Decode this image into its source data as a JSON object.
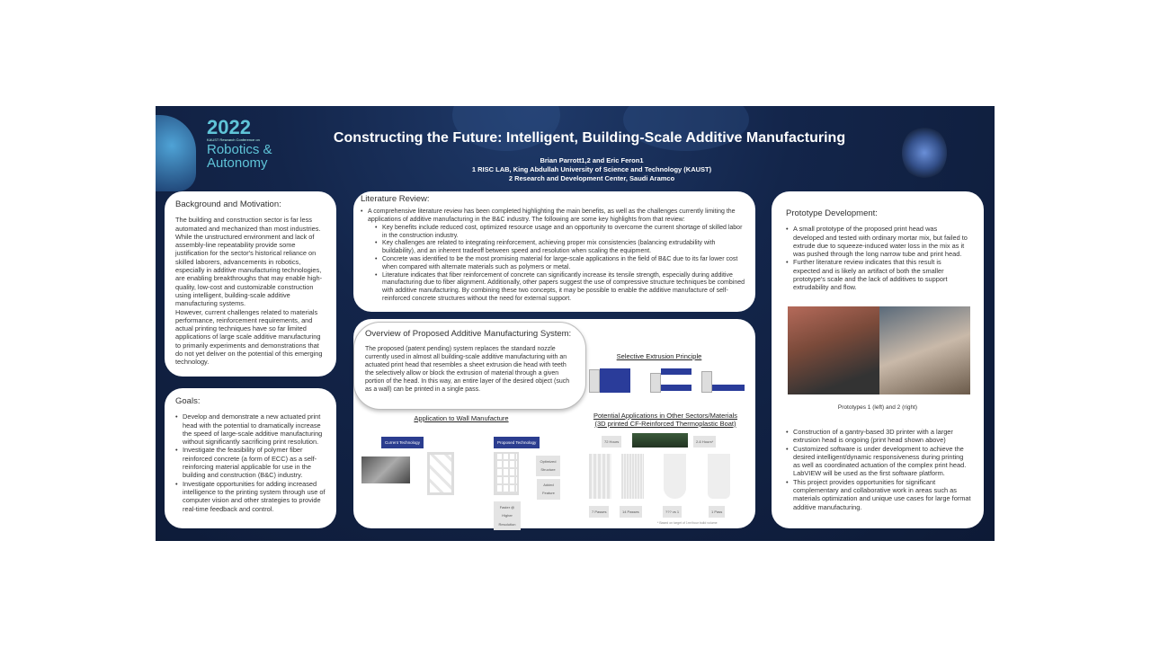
{
  "header": {
    "logo_year": "2022",
    "logo_sub": "KAUST Research Conference on",
    "logo_name": "Robotics & Autonomy",
    "title": "Constructing the Future: Intelligent, Building-Scale Additive Manufacturing",
    "authors": "Brian Parrott1,2 and Eric Feron1",
    "affil1": "1 RISC LAB, King Abdullah University of Science and Technology (KAUST)",
    "affil2": "2 Research and Development Center, Saudi Aramco"
  },
  "background": {
    "heading": "Background and Motivation:",
    "p1": "The building and construction sector is far less automated and mechanized than most industries. While the unstructured environment and lack of assembly-line repeatability provide some justification for the sector's historical reliance on skilled laborers, advancements in robotics, especially in additive manufacturing technologies, are enabling breakthroughs that may enable high-quality, low-cost and customizable construction using intelligent, building-scale additive manufacturing systems.",
    "p2": "However, current challenges related to materials performance, reinforcement requirements, and actual printing techniques have so far limited applications of large scale additive manufacturing to primarily experiments and demonstrations that do not yet deliver on the potential of this emerging technology."
  },
  "goals": {
    "heading": "Goals:",
    "items": [
      "Develop and demonstrate a new actuated print head with the potential to dramatically increase the speed of large-scale additive manufacturing without significantly sacrificing print resolution.",
      "Investigate the feasibility of polymer fiber reinforced concrete (a form of ECC) as a self-reinforcing material applicable for use in the building and construction (B&C) industry.",
      "Investigate opportunities for adding increased intelligence to the printing system through use of computer vision and other strategies to provide real-time feedback and control."
    ]
  },
  "literature": {
    "heading": "Literature Review:",
    "intro": "A comprehensive literature review has been completed highlighting the main benefits, as well as the challenges currently limiting the applications of additive manufacturing in the B&C industry. The following are some key highlights from that review:",
    "items": [
      "Key benefits include reduced cost, optimized resource usage and an opportunity to overcome the current shortage of skilled labor in the construction industry.",
      "Key challenges are related to integrating reinforcement, achieving proper mix consistencies (balancing extrudability with buildability), and an inherent tradeoff between speed and resolution when scaling the equipment.",
      "Concrete was identified to be the most promising material for large-scale applications in the field of B&C due to its far lower cost when compared with alternate materials such as polymers or metal.",
      "Literature indicates that fiber reinforcement of concrete can significantly increase its tensile strength, especially during additive manufacturing due to fiber alignment. Additionally, other papers suggest the use of compressive structure techniques be combined with additive manufacturing. By combining these two concepts, it may be possible to enable the additive manufacture of self-reinforced concrete structures without the need for external support."
    ]
  },
  "overview": {
    "heading": "Overview of Proposed Additive Manufacturing System:",
    "text": "The proposed (patent pending) system replaces the standard nozzle currently used in almost all building-scale additive manufacturing with an actuated print head that resembles a sheet extrusion die head with teeth the selectively allow or block the extrusion of material through a given portion of the head. In this way, an entire layer of the desired object (such as a wall) can be printed in a single pass.",
    "selective_title": "Selective Extrusion Principle",
    "wall_title": "Application to Wall Manufacture",
    "current_tech": "Current Technology",
    "proposed_tech": "Proposed Technology",
    "optimized": "Optimized Structure",
    "added": "Added Feature",
    "faster": "Faster @ Higher Resolution",
    "apps_title1": "Potential Applications in Other Sectors/Materials",
    "apps_title2": "(3D printed CF-Reinforced Thermoplastic Boat)",
    "hours1": "72 Hours",
    "hours2": "2-6 Hours*",
    "p1": "7 Passes",
    "p2": "14 Passes",
    "p3": "??? vs 1",
    "p4": "1 Pass",
    "footnote": "* Based on target of 1m³/hour build volume"
  },
  "prototype": {
    "heading": "Prototype Development:",
    "items1": [
      "A small prototype of the proposed print head was developed and tested with ordinary mortar mix, but failed to extrude due to squeeze-induced water loss in the mix as it was pushed through the long narrow tube and print head.",
      "Further literature review indicates that this result is expected and is likely an artifact of both the smaller prototype's scale and the lack of additives to support extrudability and flow."
    ],
    "caption": "Prototypes 1 (left) and 2 (right)",
    "items2": [
      "Construction of a gantry-based 3D printer with a larger extrusion head is ongoing (print head shown above)",
      "Customized software is under development to achieve the desired intelligent/dynamic responsiveness during printing as well as coordinated actuation of the complex print head. LabVIEW will be used as the first software platform.",
      "This project provides opportunities for significant complementary and collaborative work in areas such as materials optimization and unique use cases for large format additive manufacturing."
    ]
  }
}
